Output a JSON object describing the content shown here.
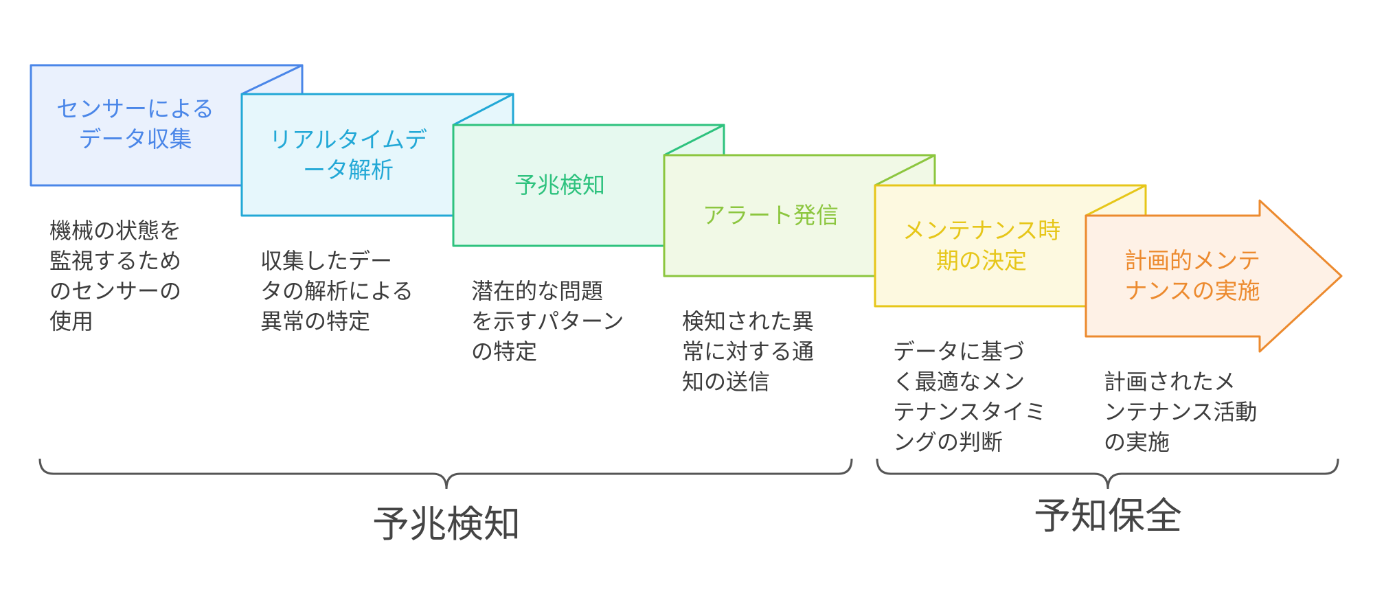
{
  "steps": [
    {
      "title": "センサーによる\nデータ収集",
      "description": "機械の状態を\n監視するため\nのセンサーの\n使用",
      "color": "#4a86e8",
      "fill": "#eaf1fd"
    },
    {
      "title": "リアルタイムデ\nータ解析",
      "description": "収集したデー\nタの解析による\n異常の特定",
      "color": "#22a8d6",
      "fill": "#e6f7fc"
    },
    {
      "title": "予兆検知",
      "description": "潜在的な問題\nを示すパターン\nの特定",
      "color": "#2ec27e",
      "fill": "#e6f9ef"
    },
    {
      "title": "アラート発信",
      "description": "検知された異\n常に対する通\n知の送信",
      "color": "#8cc63f",
      "fill": "#f1f9e6"
    },
    {
      "title": "メンテナンス時\n期の決定",
      "description": "データに基づ\nく最適なメン\nテナンスタイミ\nングの判断",
      "color": "#e6c619",
      "fill": "#fdf9e0"
    },
    {
      "title": "計画的メンテ\nナンスの実施",
      "description": "計画されたメ\nンテナンス活動\nの実施",
      "color": "#ec8a2e",
      "fill": "#fef1e6"
    }
  ],
  "phases": [
    {
      "label": "予兆検知"
    },
    {
      "label": "予知保全"
    }
  ],
  "bracket_color": "#555555"
}
